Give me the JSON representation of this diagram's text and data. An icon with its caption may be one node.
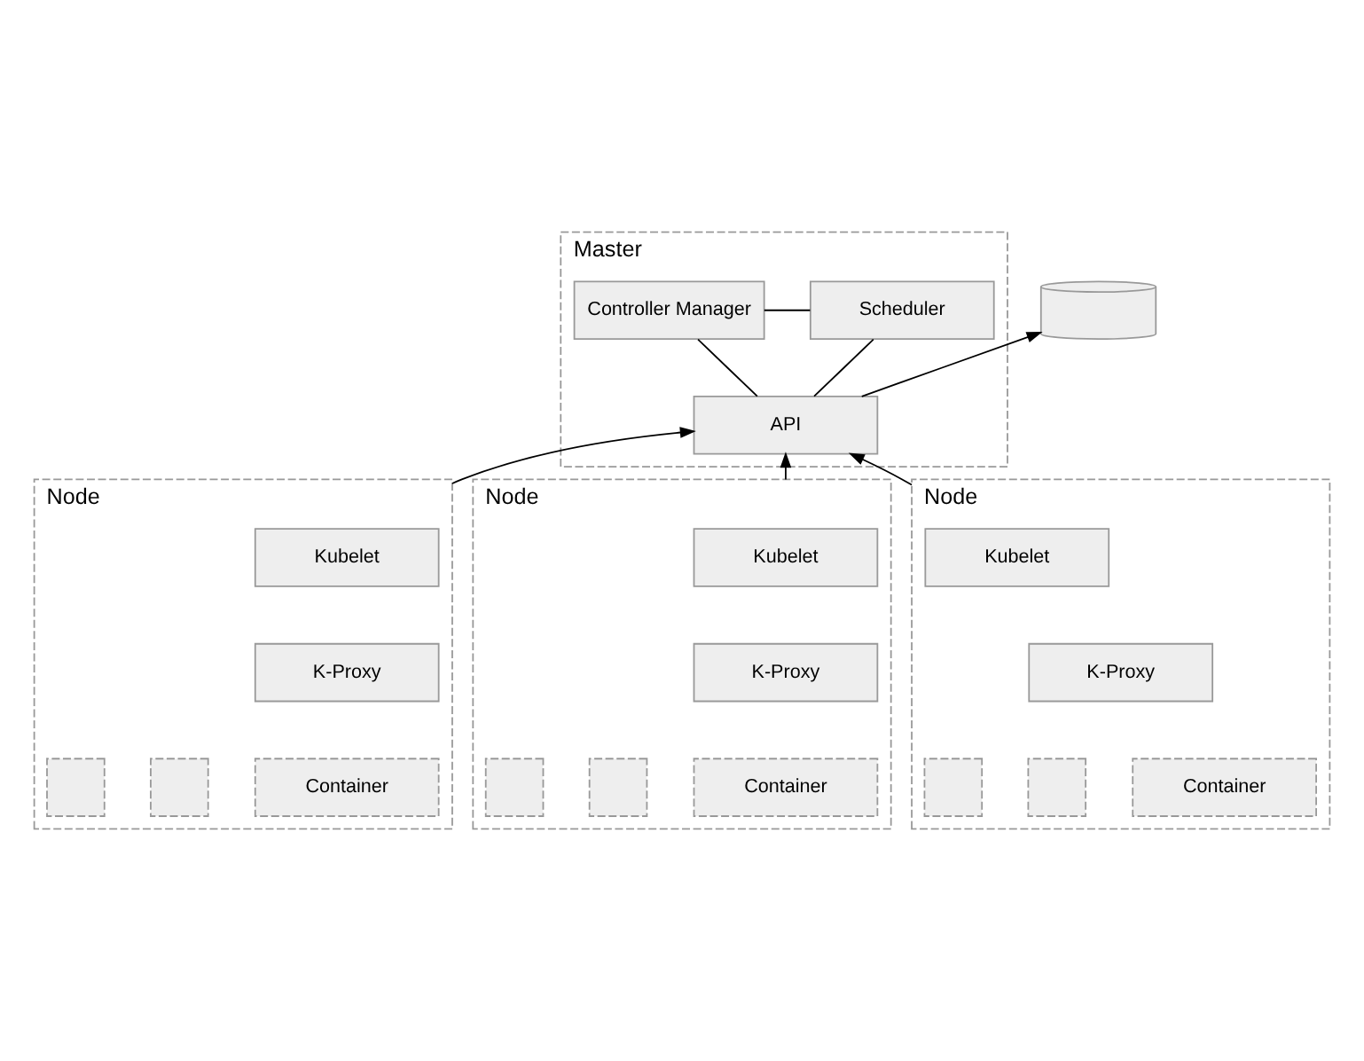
{
  "diagram": {
    "nodes": [
      {
        "text": [
          "Master"
        ]
      },
      {
        "text": [
          "Controller Manager"
        ],
        "in": 0
      },
      {
        "text": [
          "Scheduler"
        ],
        "in": 0
      },
      {
        "text": [
          "API"
        ],
        "in": 0
      },
      {
        "text": [],
        "shape": "cylinder"
      },
      {
        "text": [
          "Node"
        ]
      },
      {
        "text": [
          "Kubelet"
        ],
        "in": 5
      },
      {
        "text": [
          "K-Proxy"
        ],
        "in": 5
      },
      {
        "text": [],
        "shape": "box",
        "in": 5
      },
      {
        "text": [],
        "shape": "box",
        "in": 5
      },
      {
        "text": [
          "Container"
        ],
        "in": 5
      },
      {
        "text": [
          "Node"
        ]
      },
      {
        "text": [
          "Kubelet"
        ],
        "in": 11
      },
      {
        "text": [
          "K-Proxy"
        ],
        "in": 11
      },
      {
        "text": [],
        "shape": "box",
        "in": 11
      },
      {
        "text": [],
        "shape": "box",
        "in": 11
      },
      {
        "text": [
          "Container"
        ],
        "in": 11
      },
      {
        "text": [
          "Node"
        ]
      },
      {
        "text": [
          "Kubelet"
        ],
        "in": 17
      },
      {
        "text": [
          "K-Proxy"
        ],
        "in": 17
      },
      {
        "text": [],
        "shape": "box",
        "in": 17
      },
      {
        "text": [],
        "shape": "box",
        "in": 17
      },
      {
        "text": [
          "Container"
        ],
        "in": 17
      }
    ],
    "edges": [
      {
        "from": 1,
        "to": 2,
        "arrow": "none"
      },
      {
        "from": 1,
        "to": 3,
        "arrow": "none"
      },
      {
        "from": 2,
        "to": 3,
        "arrow": "none"
      },
      {
        "from": 3,
        "to": 4,
        "arrow": "to"
      },
      {
        "from": 5,
        "to": 3,
        "arrow": "to"
      },
      {
        "from": 11,
        "to": 3,
        "arrow": "to"
      },
      {
        "from": 17,
        "to": 3,
        "arrow": "to"
      }
    ]
  }
}
